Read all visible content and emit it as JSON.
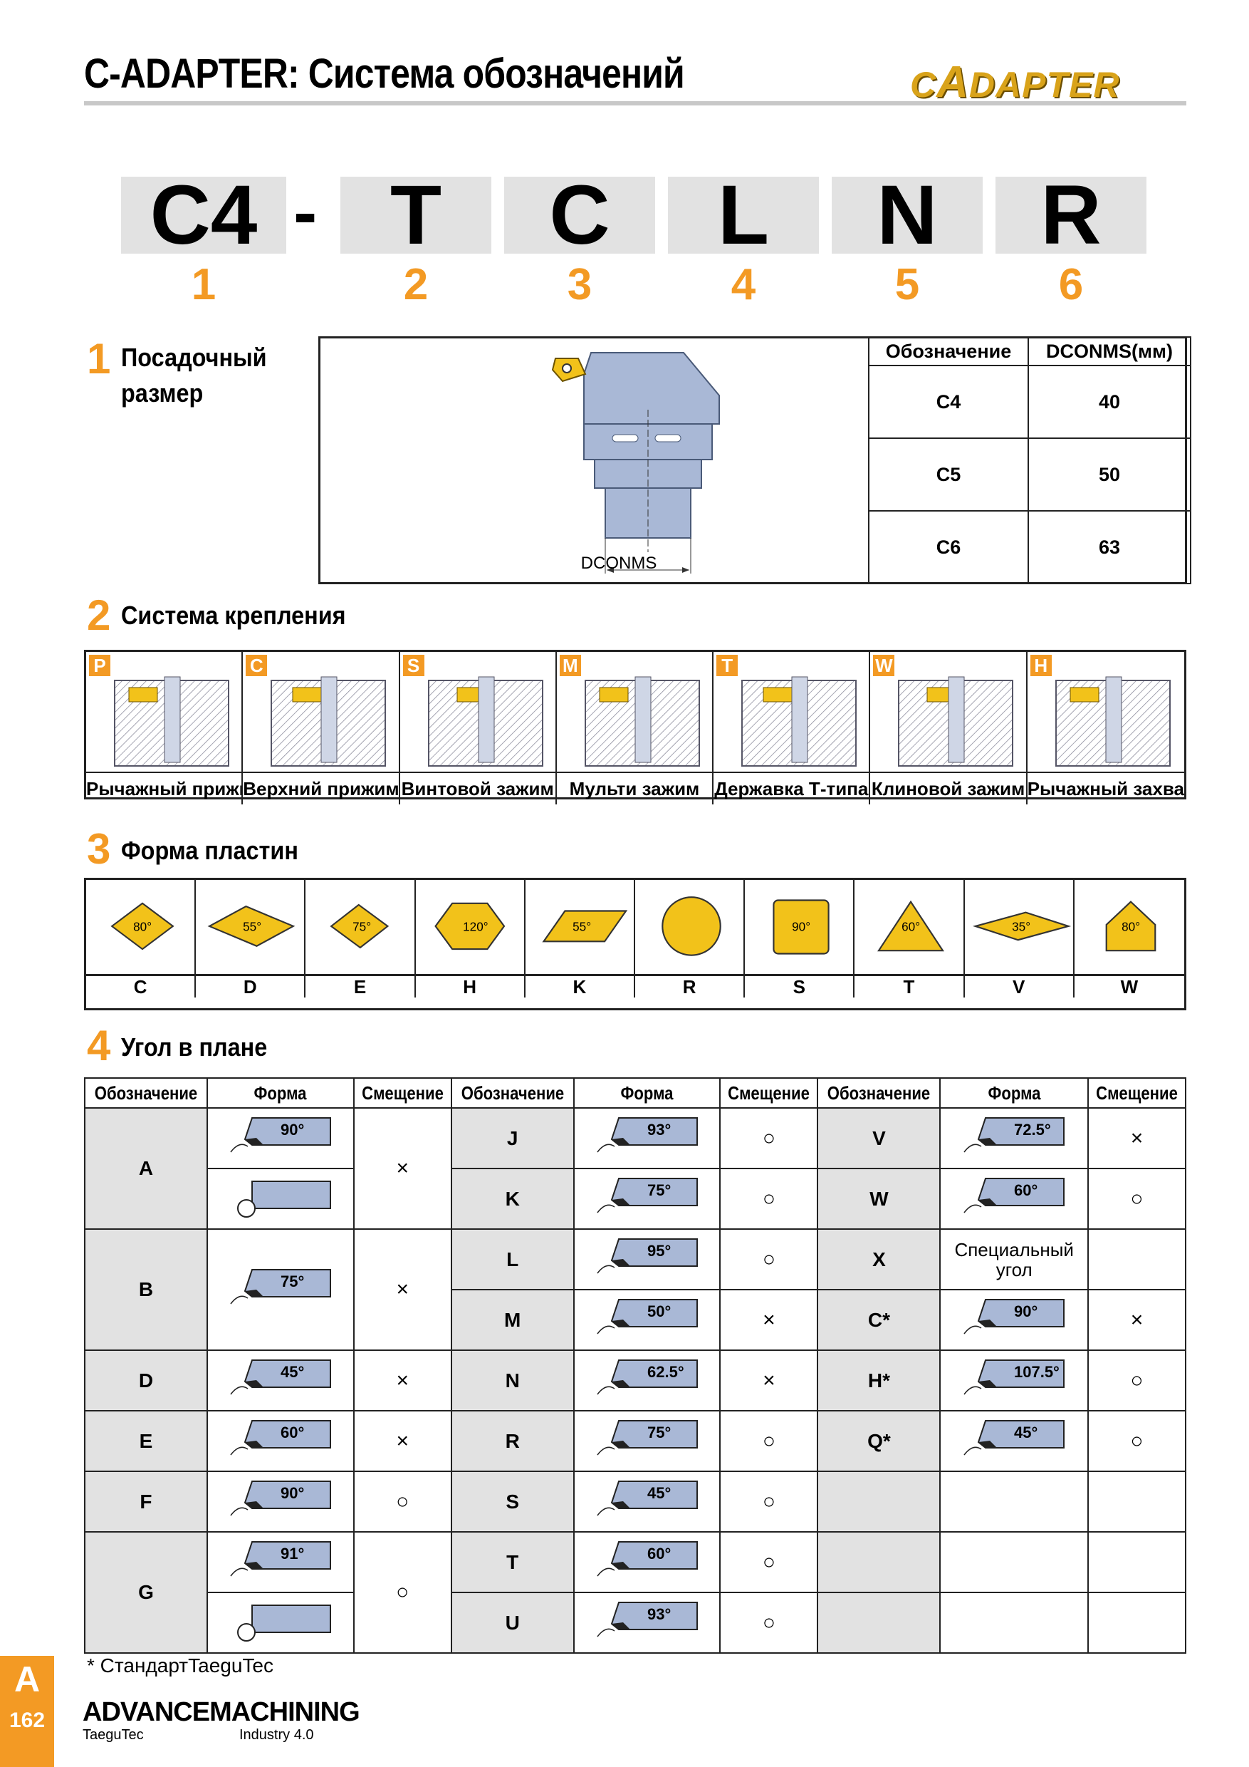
{
  "header": {
    "title": "C-ADAPTER: Система обозначений",
    "logo": "CADAPTER"
  },
  "code": {
    "parts": [
      "C4",
      "T",
      "C",
      "L",
      "N",
      "R"
    ],
    "dash": "-",
    "numbers": [
      "1",
      "2",
      "3",
      "4",
      "5",
      "6"
    ]
  },
  "section1": {
    "num": "1",
    "title_line1": "Посадочный",
    "title_line2": "размер",
    "dim_label": "DCONMS",
    "table_headers": [
      "Обозначение",
      "DCONMS(мм)"
    ],
    "rows": [
      {
        "code": "C4",
        "value": "40"
      },
      {
        "code": "C5",
        "value": "50"
      },
      {
        "code": "C6",
        "value": "63"
      }
    ]
  },
  "section2": {
    "num": "2",
    "title": "Система крепления",
    "items": [
      {
        "letter": "P",
        "label": "Рычажный прижим"
      },
      {
        "letter": "C",
        "label": "Верхний прижим"
      },
      {
        "letter": "S",
        "label": "Винтовой зажим"
      },
      {
        "letter": "M",
        "label": "Мульти зажим"
      },
      {
        "letter": "T",
        "label": "Державка Т-типа"
      },
      {
        "letter": "W",
        "label": "Клиновой зажим"
      },
      {
        "letter": "H",
        "label": "Рычажный захват"
      }
    ]
  },
  "section3": {
    "num": "3",
    "title": "Форма пластин",
    "shapes": [
      {
        "letter": "C",
        "angle": "80°"
      },
      {
        "letter": "D",
        "angle": "55°"
      },
      {
        "letter": "E",
        "angle": "75°"
      },
      {
        "letter": "H",
        "angle": "120°"
      },
      {
        "letter": "K",
        "angle": "55°"
      },
      {
        "letter": "R",
        "angle": ""
      },
      {
        "letter": "S",
        "angle": "90°"
      },
      {
        "letter": "T",
        "angle": "60°"
      },
      {
        "letter": "V",
        "angle": "35°"
      },
      {
        "letter": "W",
        "angle": "80°"
      }
    ]
  },
  "section4": {
    "num": "4",
    "title": "Угол в плане",
    "headers": [
      "Обозначение",
      "Форма",
      "Смещение"
    ],
    "col1": [
      {
        "code": "A",
        "angles": [
          "90°",
          ""
        ],
        "offset": "×"
      },
      {
        "code": "B",
        "angles": [
          "75°"
        ],
        "offset": "×"
      },
      {
        "code": "D",
        "angles": [
          "45°"
        ],
        "offset": "×"
      },
      {
        "code": "E",
        "angles": [
          "60°"
        ],
        "offset": "×"
      },
      {
        "code": "F",
        "angles": [
          "90°"
        ],
        "offset": "○"
      },
      {
        "code": "G",
        "angles": [
          "91°",
          ""
        ],
        "offset": "○"
      }
    ],
    "col2": [
      {
        "code": "J",
        "angle": "93°",
        "offset": "○"
      },
      {
        "code": "K",
        "angle": "75°",
        "offset": "○"
      },
      {
        "code": "L",
        "angle": "95°",
        "offset": "○"
      },
      {
        "code": "M",
        "angle": "50°",
        "offset": "×"
      },
      {
        "code": "N",
        "angle": "62.5°",
        "offset": "×"
      },
      {
        "code": "R",
        "angle": "75°",
        "offset": "○"
      },
      {
        "code": "S",
        "angle": "45°",
        "offset": "○"
      },
      {
        "code": "T",
        "angle": "60°",
        "offset": "○"
      },
      {
        "code": "U",
        "angle": "93°",
        "offset": "○"
      }
    ],
    "col3": [
      {
        "code": "V",
        "angle": "72.5°",
        "offset": "×"
      },
      {
        "code": "W",
        "angle": "60°",
        "offset": "○"
      },
      {
        "code": "X",
        "text": "Специальный угол",
        "offset": ""
      },
      {
        "code": "C*",
        "angle": "90°",
        "offset": "×"
      },
      {
        "code": "H*",
        "angle": "107.5°",
        "offset": "○"
      },
      {
        "code": "Q*",
        "angle": "45°",
        "offset": "○"
      }
    ],
    "footnote": "* СтандартTaeguTec"
  },
  "footer": {
    "tab_letter": "A",
    "page_number": "162",
    "brand": "ADVANCEMACHINING",
    "brand_sub_left": "TaeguTec",
    "brand_sub_right": "Industry 4.0"
  },
  "colors": {
    "accent": "#f39a24",
    "insert": "#f2c21a",
    "tool": "#a9b8d6",
    "code_bg": "#e2e2e2"
  }
}
